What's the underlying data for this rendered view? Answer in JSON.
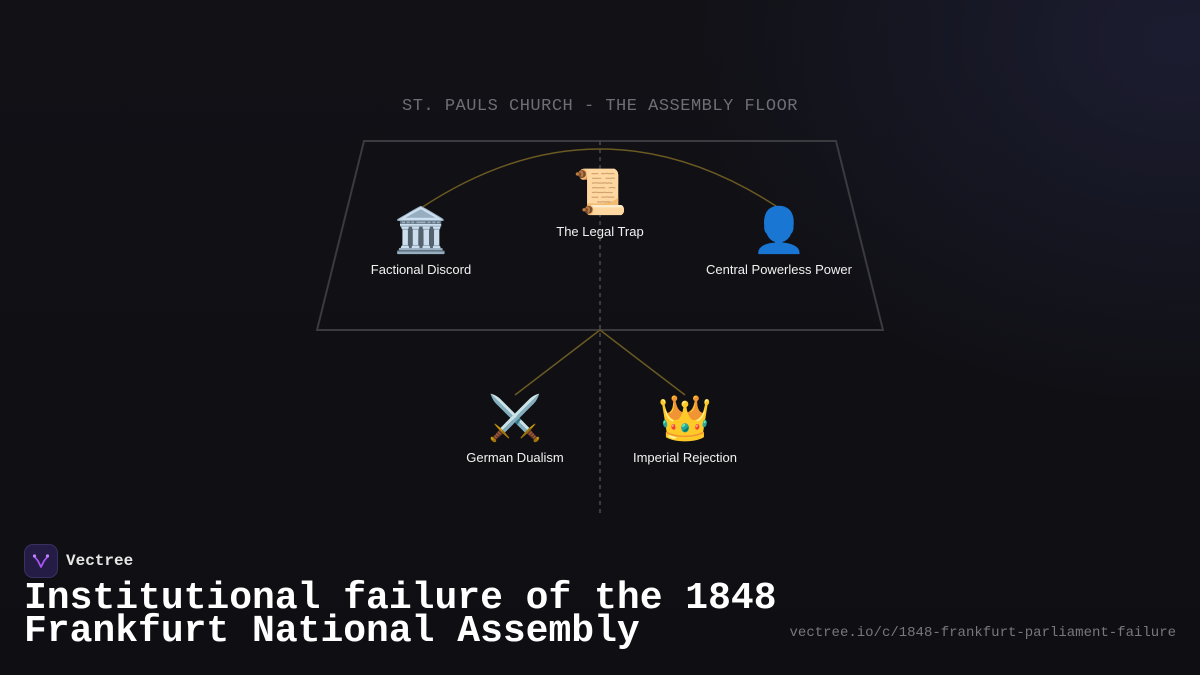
{
  "diagram": {
    "title": "ST. PAULS CHURCH - THE ASSEMBLY FLOOR",
    "nodes": [
      {
        "id": "factional-discord",
        "icon": "classical-building-icon",
        "glyph": "🏛️",
        "label": "Factional Discord"
      },
      {
        "id": "legal-trap",
        "icon": "scroll-icon",
        "glyph": "📜",
        "label": "The Legal Trap"
      },
      {
        "id": "central-powerless-power",
        "icon": "person-silhouette-icon",
        "glyph": "👤",
        "label": "Central Powerless Power"
      },
      {
        "id": "german-dualism",
        "icon": "crossed-swords-icon",
        "glyph": "⚔️",
        "label": "German Dualism"
      },
      {
        "id": "imperial-rejection",
        "icon": "crown-icon",
        "glyph": "👑",
        "label": "Imperial Rejection"
      }
    ],
    "colors": {
      "connector": "#6b5a22",
      "floor_outline": "#3a3a3f",
      "axis": "#4a4a4f"
    }
  },
  "brand": {
    "name": "Vectree",
    "logo_icon": "vectree-logo-icon",
    "logo_bg": "#241c44",
    "logo_accent": "#a855f7"
  },
  "footer": {
    "title": "Institutional failure of the 1848 Frankfurt National Assembly",
    "url": "vectree.io/c/1848-frankfurt-parliament-failure"
  }
}
